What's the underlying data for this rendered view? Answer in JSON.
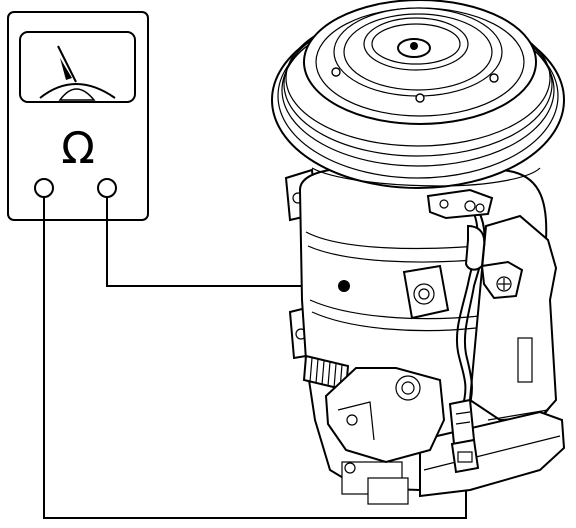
{
  "meter": {
    "symbol": "Ω",
    "mode": "resistance"
  },
  "component": {
    "type": "a/c-compressor",
    "parts": [
      "clutch-pulley",
      "field-coil",
      "connector",
      "ground-screw"
    ]
  },
  "colors": {
    "line": "#000000",
    "background": "#ffffff"
  }
}
